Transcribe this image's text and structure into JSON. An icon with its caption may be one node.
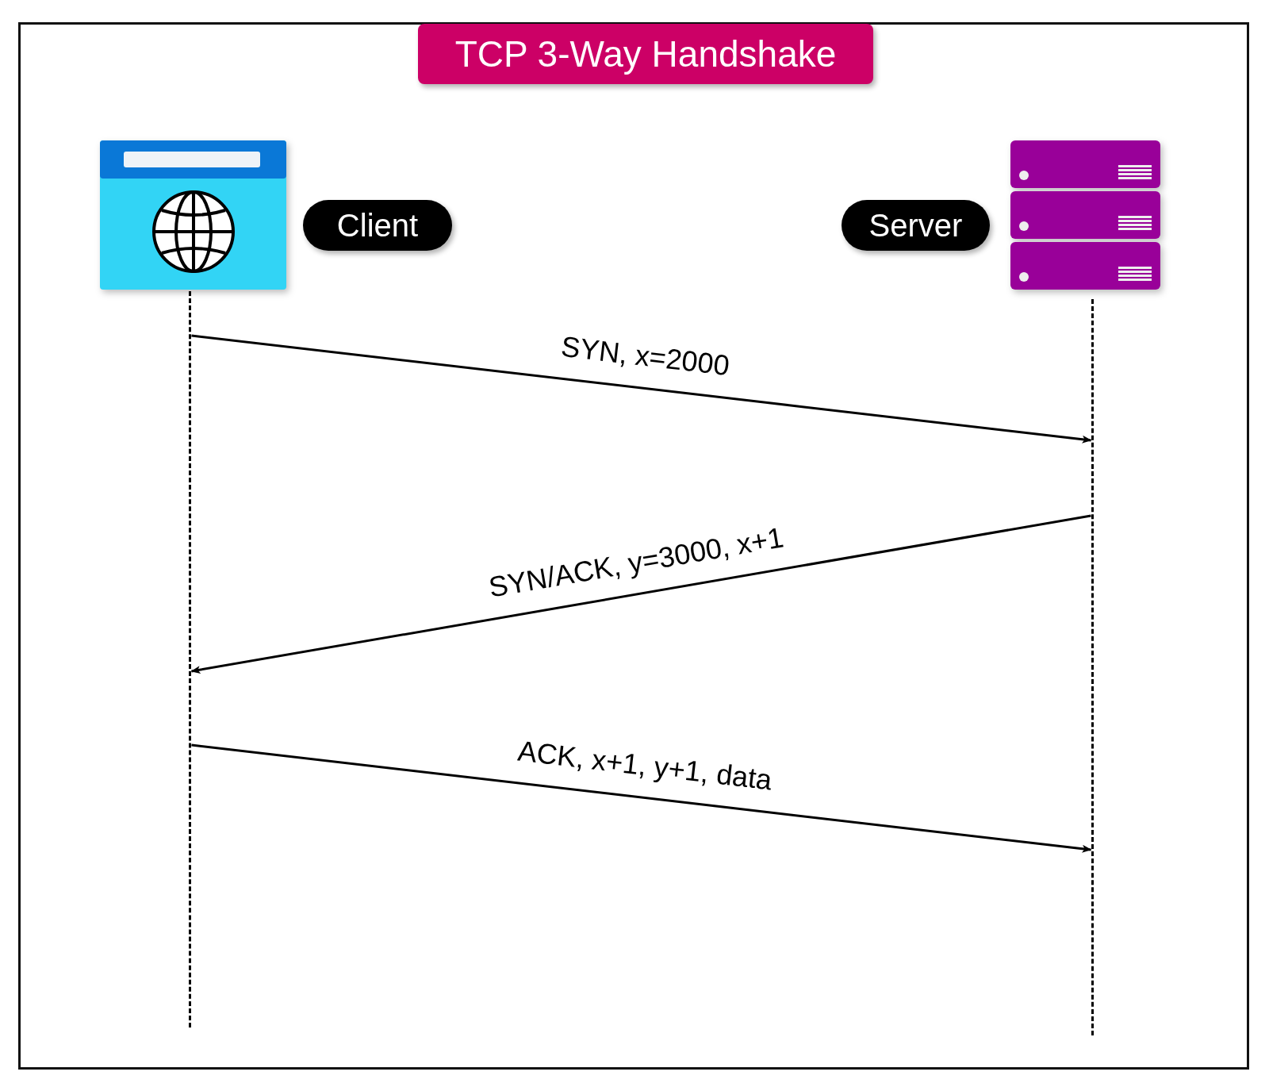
{
  "diagram": {
    "title": "TCP 3-Way Handshake",
    "nodes": [
      {
        "text": [],
        "shape": "picture"
      },
      {
        "text": [
          "Client"
        ]
      },
      {
        "text": [
          "Server"
        ]
      },
      {
        "text": [],
        "shape": "picture"
      },
      {
        "text": [],
        "shape": "line"
      },
      {
        "text": [],
        "shape": "line"
      }
    ],
    "edges": [
      {
        "from": 4,
        "to": 5,
        "arrow": "to",
        "label": "SYN, x=2000"
      },
      {
        "from": 5,
        "to": 4,
        "arrow": "to",
        "label": "SYN/ACK, y=3000, x+1"
      },
      {
        "from": 4,
        "to": 5,
        "arrow": "to",
        "label": "ACK, x+1, y+1, data"
      }
    ]
  }
}
